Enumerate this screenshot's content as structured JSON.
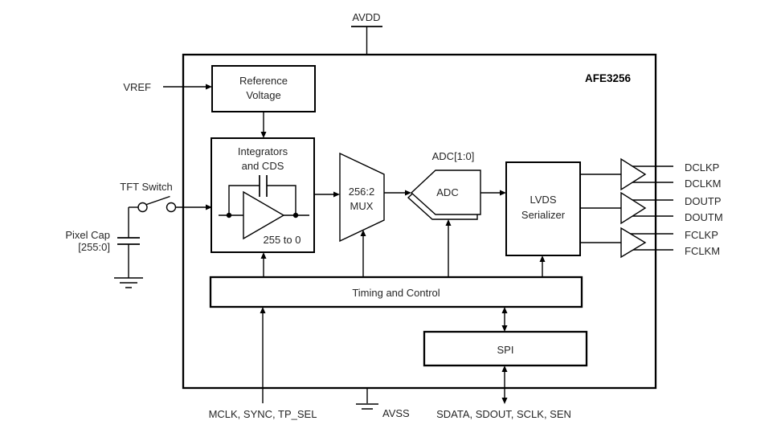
{
  "chip": {
    "part_number": "AFE3256"
  },
  "power": {
    "avdd": "AVDD",
    "avss": "AVSS"
  },
  "left_inputs": {
    "vref": "VREF",
    "tft_switch": "TFT Switch",
    "pixel_cap_line1": "Pixel Cap",
    "pixel_cap_line2": "[255:0]"
  },
  "blocks": {
    "reference_voltage": {
      "line1": "Reference",
      "line2": "Voltage"
    },
    "integrators": {
      "line1": "Integrators",
      "line2": "and CDS",
      "range": "255 to 0"
    },
    "mux": {
      "line1": "256:2",
      "line2": "MUX"
    },
    "adc": {
      "label": "ADC",
      "bus": "ADC[1:0]"
    },
    "lvds": {
      "line1": "LVDS",
      "line2": "Serializer"
    },
    "timing": {
      "label": "Timing and Control"
    },
    "spi": {
      "label": "SPI"
    }
  },
  "right_outputs": [
    "DCLKP",
    "DCLKM",
    "DOUTP",
    "DOUTM",
    "FCLKP",
    "FCLKM"
  ],
  "bottom_pins": {
    "control": "MCLK, SYNC, TP_SEL",
    "spi": "SDATA, SDOUT, SCLK, SEN"
  },
  "colors": {
    "line": "#000000",
    "text": "#262626",
    "background": "#ffffff"
  }
}
